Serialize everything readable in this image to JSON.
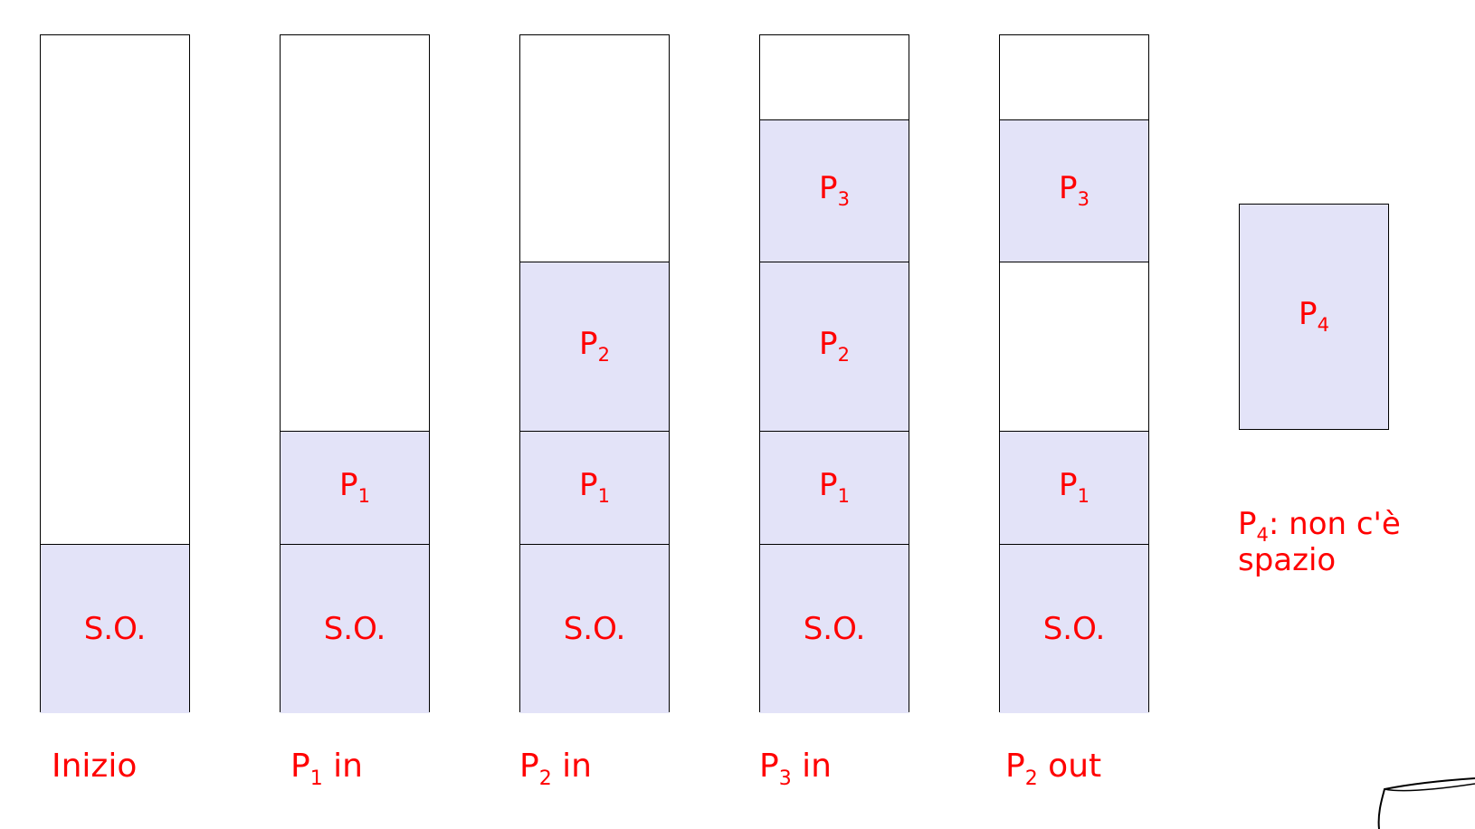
{
  "labels": {
    "os": "S.O.",
    "p": "P",
    "in": " in",
    "out": " out",
    "n1": "1",
    "n2": "2",
    "n3": "3",
    "n4": "4"
  },
  "columns": [
    {
      "caption": "Inizio",
      "segments": [
        "S.O.",
        "free"
      ]
    },
    {
      "caption": "P1 in",
      "segments": [
        "S.O.",
        "P1",
        "free"
      ]
    },
    {
      "caption": "P2 in",
      "segments": [
        "S.O.",
        "P1",
        "P2",
        "free"
      ]
    },
    {
      "caption": "P3 in",
      "segments": [
        "S.O.",
        "P1",
        "P2",
        "P3",
        "free"
      ]
    },
    {
      "caption": "P2 out",
      "segments": [
        "S.O.",
        "P1",
        "free",
        "P3",
        "free"
      ]
    }
  ],
  "waiting_process": "P4",
  "note": {
    "process": "P",
    "sub": "4",
    "line1": ": non c'è",
    "line2": "spazio"
  },
  "colors": {
    "text": "#ff0000",
    "occupied": "#e3e3f8",
    "free": "#ffffff",
    "border": "#000000"
  }
}
